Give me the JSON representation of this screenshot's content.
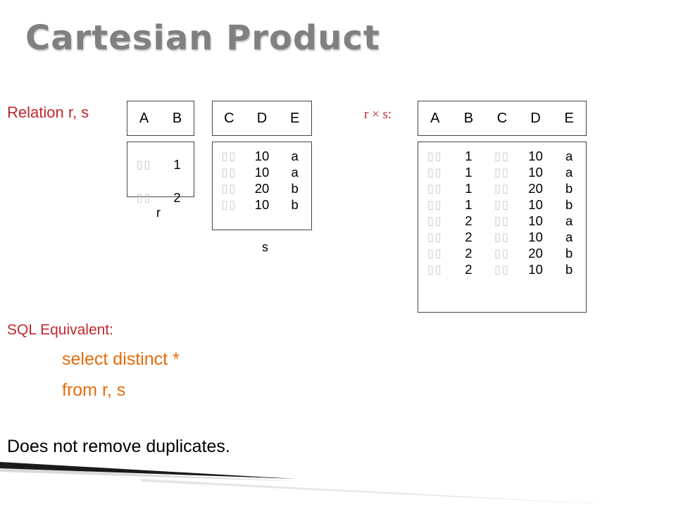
{
  "title": "Cartesian Product",
  "relation_label": "Relation r, s",
  "product_label": "r × s:",
  "missing_glyph": "▯▯",
  "r": {
    "caption": "r",
    "headers": [
      "A",
      "B"
    ],
    "B": [
      "1",
      "2"
    ]
  },
  "s": {
    "caption": "s",
    "headers": [
      "C",
      "D",
      "E"
    ],
    "D": [
      "10",
      "10",
      "20",
      "10"
    ],
    "E": [
      "a",
      "a",
      "b",
      "b"
    ]
  },
  "rs": {
    "headers": [
      "A",
      "B",
      "C",
      "D",
      "E"
    ],
    "B": [
      "1",
      "1",
      "1",
      "1",
      "2",
      "2",
      "2",
      "2"
    ],
    "D": [
      "10",
      "10",
      "20",
      "10",
      "10",
      "10",
      "20",
      "10"
    ],
    "E": [
      "a",
      "a",
      "b",
      "b",
      "a",
      "a",
      "b",
      "b"
    ]
  },
  "sql_label": "SQL Equivalent:",
  "sql_line1": "select distinct *",
  "sql_line2": "from r, s",
  "note": "Does not remove duplicates.",
  "colors": {
    "title": "#808080",
    "label_red": "#c0272d",
    "sql_orange": "#e46c0a",
    "bar": "#1a1a1a"
  }
}
